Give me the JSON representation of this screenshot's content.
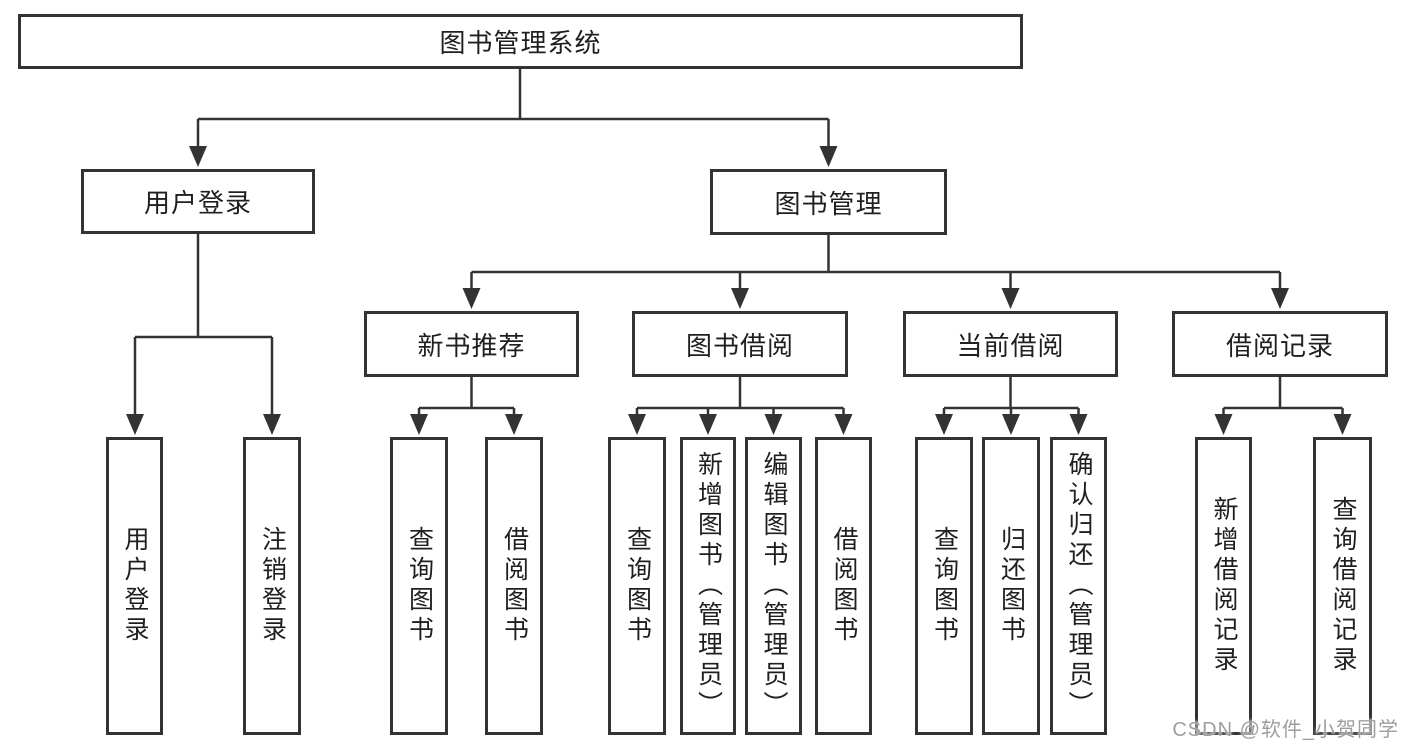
{
  "diagram": {
    "root": {
      "label": "图书管理系统"
    },
    "branches": [
      {
        "label": "用户登录",
        "children": [
          "用户登录",
          "注销登录"
        ]
      },
      {
        "label": "图书管理",
        "groups": [
          {
            "label": "新书推荐",
            "children": [
              "查询图书",
              "借阅图书"
            ]
          },
          {
            "label": "图书借阅",
            "children": [
              "查询图书",
              "新增图书（管理员）",
              "编辑图书（管理员）",
              "借阅图书"
            ]
          },
          {
            "label": "当前借阅",
            "children": [
              "查询图书",
              "归还图书",
              "确认归还（管理员）"
            ]
          },
          {
            "label": "借阅记录",
            "children": [
              "新增借阅记录",
              "查询借阅记录"
            ]
          }
        ]
      }
    ],
    "watermark": "CSDN @软件_小贺同学",
    "colors": {
      "line": "#333333",
      "border": "#333333",
      "text": "#1f1f1f",
      "watermark": "#9e9e9e",
      "background": "#ffffff"
    }
  }
}
